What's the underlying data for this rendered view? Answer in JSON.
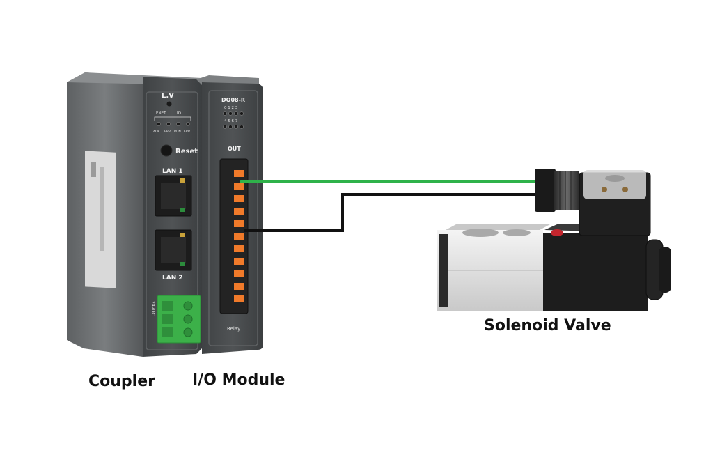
{
  "labels": {
    "coupler": "Coupler",
    "io_module": "I/O Module",
    "solenoid_valve": "Solenoid Valve"
  },
  "coupler_panel": {
    "lv": "L.V",
    "enet": "ENET",
    "io": "IO",
    "led_act": "ACK",
    "led_err1": "ERR",
    "led_run": "RUN",
    "led_err2": "ERR",
    "reset": "Reset",
    "lan1": "LAN 1",
    "lan2": "LAN 2",
    "power": "24VDC"
  },
  "io_panel": {
    "model": "DQ08-R",
    "ch_top": "0 1 2 3",
    "ch_bottom": "4 5 6 7",
    "out": "OUT",
    "relay": "Relay"
  },
  "colors": {
    "wire_green": "#2fb24a",
    "wire_black": "#111111",
    "housing_dark": "#4a4d4f",
    "housing_side": "#6f7274",
    "terminal_green": "#3cb049",
    "terminal_orange": "#f07a2a",
    "valve_body": "#dcdcdc",
    "valve_coil": "#1d1d1d"
  }
}
